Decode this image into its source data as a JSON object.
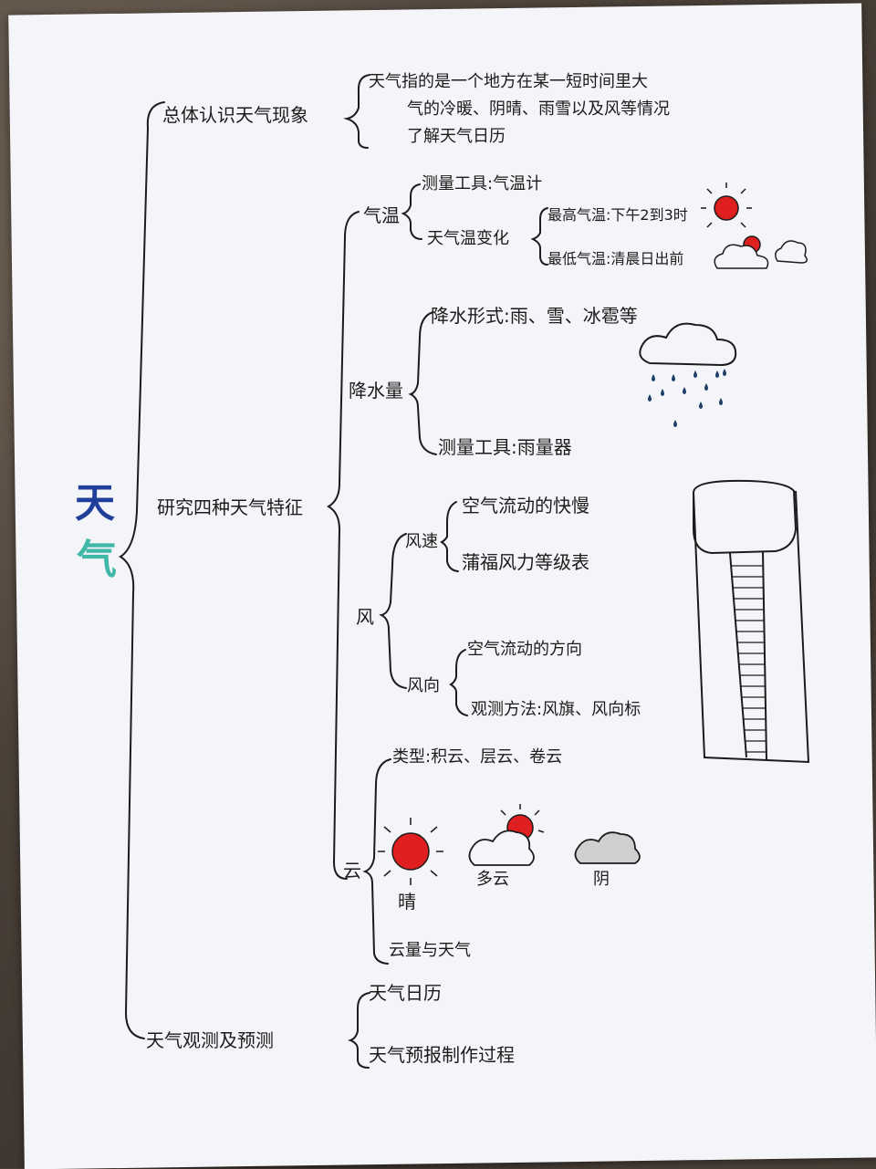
{
  "title": {
    "char1": "天",
    "char2": "气",
    "color1": "#1f3f9a",
    "color2": "#3fb8a8"
  },
  "branch1": {
    "label": "总体认识天气现象",
    "line1": "天气指的是一个地方在某一短时间里大",
    "line2": "气的冷暖、阴晴、雨雪以及风等情况",
    "line3": "了解天气日历"
  },
  "branch2": {
    "label": "研究四种天气特征",
    "temperature": {
      "label": "气温",
      "tool": "测量工具:气温计",
      "change": "天气温变化",
      "high": "最高气温:下午2到3时",
      "low": "最低气温:清晨日出前"
    },
    "precipitation": {
      "label": "降水量",
      "forms": "降水形式:雨、雪、冰雹等",
      "tool": "测量工具:雨量器"
    },
    "wind": {
      "label": "风",
      "speed": {
        "label": "风速",
        "item1": "空气流动的快慢",
        "item2": "蒲福风力等级表"
      },
      "direction": {
        "label": "风向",
        "item1": "空气流动的方向",
        "item2": "观测方法:风旗、风向标"
      }
    },
    "cloud": {
      "label": "云",
      "types": "类型:积云、层云、卷云",
      "sunny": "晴",
      "cloudy": "多云",
      "overcast": "阴",
      "amount": "云量与天气"
    }
  },
  "branch3": {
    "label": "天气观测及预测",
    "item1": "天气日历",
    "item2": "天气预报制作过程"
  },
  "colors": {
    "sun": "#e02020",
    "ink": "#1c1c1c",
    "rain": "#1f3f6a",
    "overcast_fill": "#cfcfcf"
  }
}
